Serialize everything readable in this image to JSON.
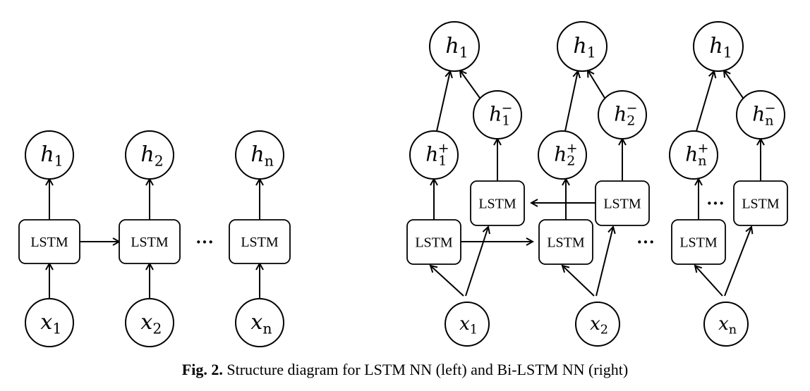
{
  "caption": {
    "label": "Fig. 2.",
    "text": " Structure diagram for LSTM NN (left) and Bi-LSTM NN (right)"
  },
  "lstm_diagram": {
    "cell_label": "LSTM",
    "ellipsis": "···",
    "inputs": [
      {
        "base": "x",
        "sub": "1"
      },
      {
        "base": "x",
        "sub": "2"
      },
      {
        "base": "x",
        "sub": "n"
      }
    ],
    "outputs": [
      {
        "base": "h",
        "sub": "1"
      },
      {
        "base": "h",
        "sub": "2"
      },
      {
        "base": "h",
        "sub": "n"
      }
    ]
  },
  "bilstm_diagram": {
    "cell_label": "LSTM",
    "ellipsis": "···",
    "inputs": [
      {
        "base": "x",
        "sub": "1"
      },
      {
        "base": "x",
        "sub": "2"
      },
      {
        "base": "x",
        "sub": "n"
      }
    ],
    "forward_states": [
      {
        "base": "h",
        "sub": "1",
        "sup": "+"
      },
      {
        "base": "h",
        "sub": "2",
        "sup": "+"
      },
      {
        "base": "h",
        "sub": "n",
        "sup": "+"
      }
    ],
    "backward_states": [
      {
        "base": "h",
        "sub": "1",
        "sup": "−"
      },
      {
        "base": "h",
        "sub": "2",
        "sup": "−"
      },
      {
        "base": "h",
        "sub": "n",
        "sup": "−"
      }
    ],
    "outputs": [
      {
        "base": "h",
        "sub": "1"
      },
      {
        "base": "h",
        "sub": "1"
      },
      {
        "base": "h",
        "sub": "1"
      }
    ]
  }
}
